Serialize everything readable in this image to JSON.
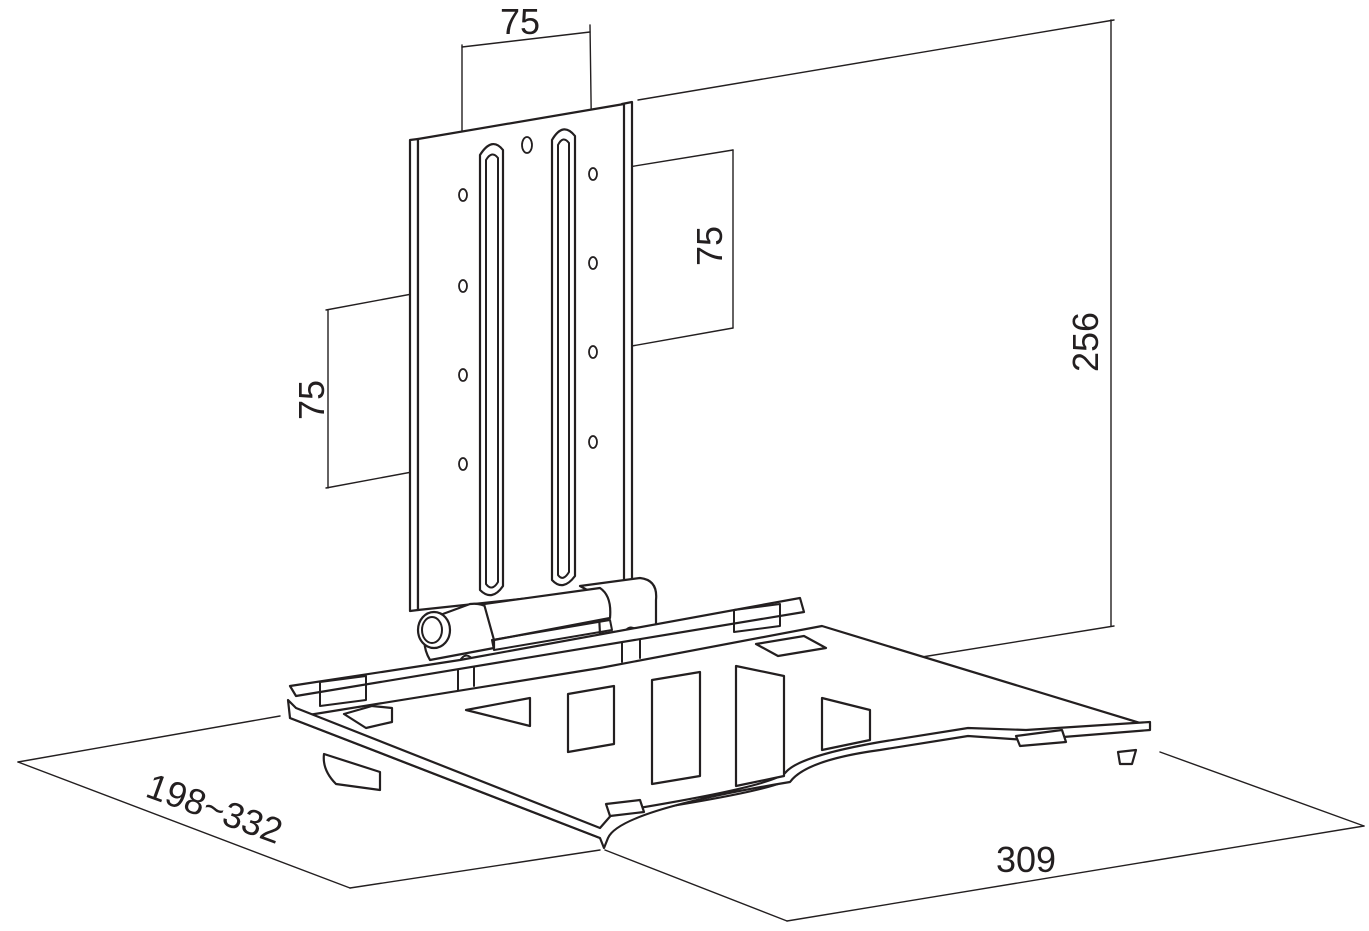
{
  "dimensions": {
    "top_width": "75",
    "right_vertical": "75",
    "left_vertical": "75",
    "height": "256",
    "depth": "198~332",
    "width": "309"
  },
  "colors": {
    "stroke": "#231f20",
    "background": "#ffffff"
  }
}
